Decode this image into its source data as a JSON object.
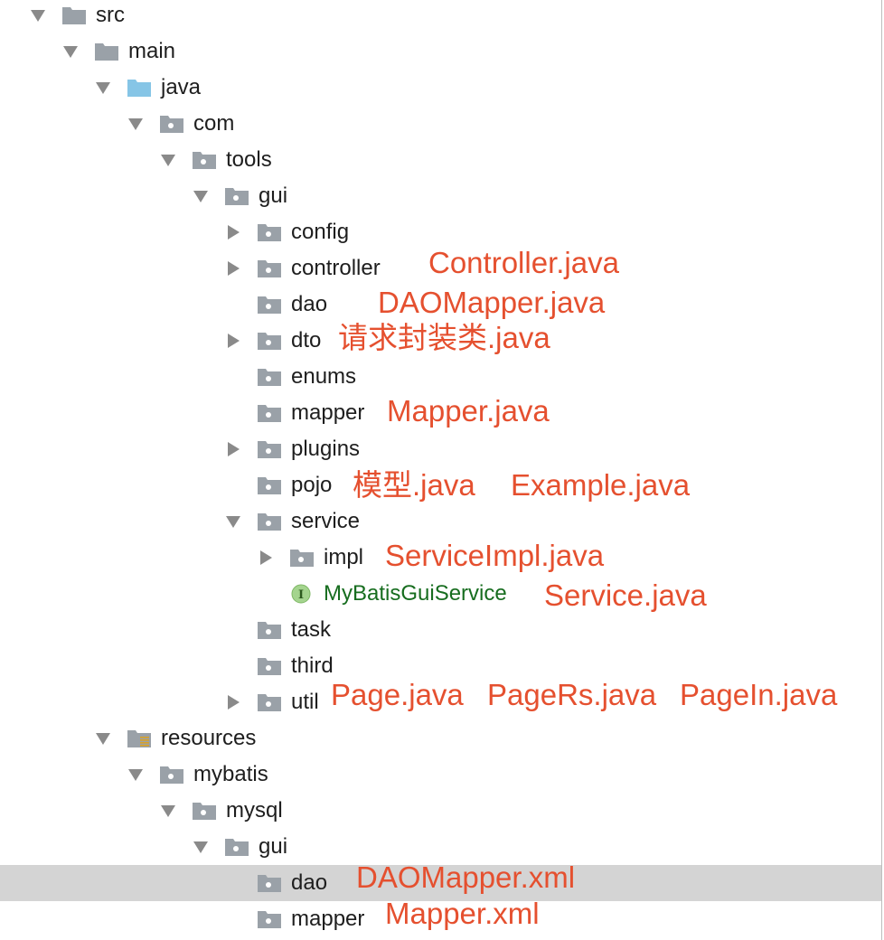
{
  "tree": {
    "nodes": [
      {
        "label": "src",
        "expanded": true,
        "folder": "plain"
      },
      {
        "label": "main",
        "expanded": true,
        "folder": "plain"
      },
      {
        "label": "java",
        "expanded": true,
        "folder": "sources-root"
      },
      {
        "label": "com",
        "expanded": true,
        "folder": "package"
      },
      {
        "label": "tools",
        "expanded": true,
        "folder": "package"
      },
      {
        "label": "gui",
        "expanded": true,
        "folder": "package"
      },
      {
        "label": "config",
        "expanded": false,
        "folder": "package"
      },
      {
        "label": "controller",
        "expanded": false,
        "folder": "package"
      },
      {
        "label": "dao",
        "folder": "package"
      },
      {
        "label": "dto",
        "expanded": false,
        "folder": "package"
      },
      {
        "label": "enums",
        "folder": "package"
      },
      {
        "label": "mapper",
        "folder": "package"
      },
      {
        "label": "plugins",
        "expanded": false,
        "folder": "package"
      },
      {
        "label": "pojo",
        "folder": "package"
      },
      {
        "label": "service",
        "expanded": true,
        "folder": "package"
      },
      {
        "label": "impl",
        "expanded": false,
        "folder": "package"
      },
      {
        "label": "MyBatisGuiService",
        "kind": "interface",
        "icon_letter": "I"
      },
      {
        "label": "task",
        "folder": "package"
      },
      {
        "label": "third",
        "folder": "package"
      },
      {
        "label": "util",
        "expanded": false,
        "folder": "package"
      },
      {
        "label": "resources",
        "expanded": true,
        "folder": "resources-root"
      },
      {
        "label": "mybatis",
        "expanded": true,
        "folder": "package"
      },
      {
        "label": "mysql",
        "expanded": true,
        "folder": "package"
      },
      {
        "label": "gui",
        "expanded": true,
        "folder": "package"
      },
      {
        "label": "dao",
        "folder": "package",
        "selected": true
      },
      {
        "label": "mapper",
        "folder": "package"
      }
    ]
  },
  "annotations": [
    {
      "text": "Controller.java"
    },
    {
      "text": "DAOMapper.java"
    },
    {
      "text": "请求封装类.java"
    },
    {
      "text": "Mapper.java"
    },
    {
      "text": "模型.java"
    },
    {
      "text": "Example.java"
    },
    {
      "text": "ServiceImpl.java"
    },
    {
      "text": "Service.java"
    },
    {
      "text": "Page.java"
    },
    {
      "text": "PageRs.java"
    },
    {
      "text": "PageIn.java"
    },
    {
      "text": "DAOMapper.xml"
    },
    {
      "text": "Mapper.xml"
    }
  ],
  "colors": {
    "annotation": "#e5502f",
    "interface_label": "#176d1f",
    "selection": "#d4d4d4",
    "folder_plain": "#9aa1a8",
    "folder_sources": "#86c5e6",
    "folder_package": "#9aa1a8",
    "interface_badge": "#a4d48e"
  }
}
